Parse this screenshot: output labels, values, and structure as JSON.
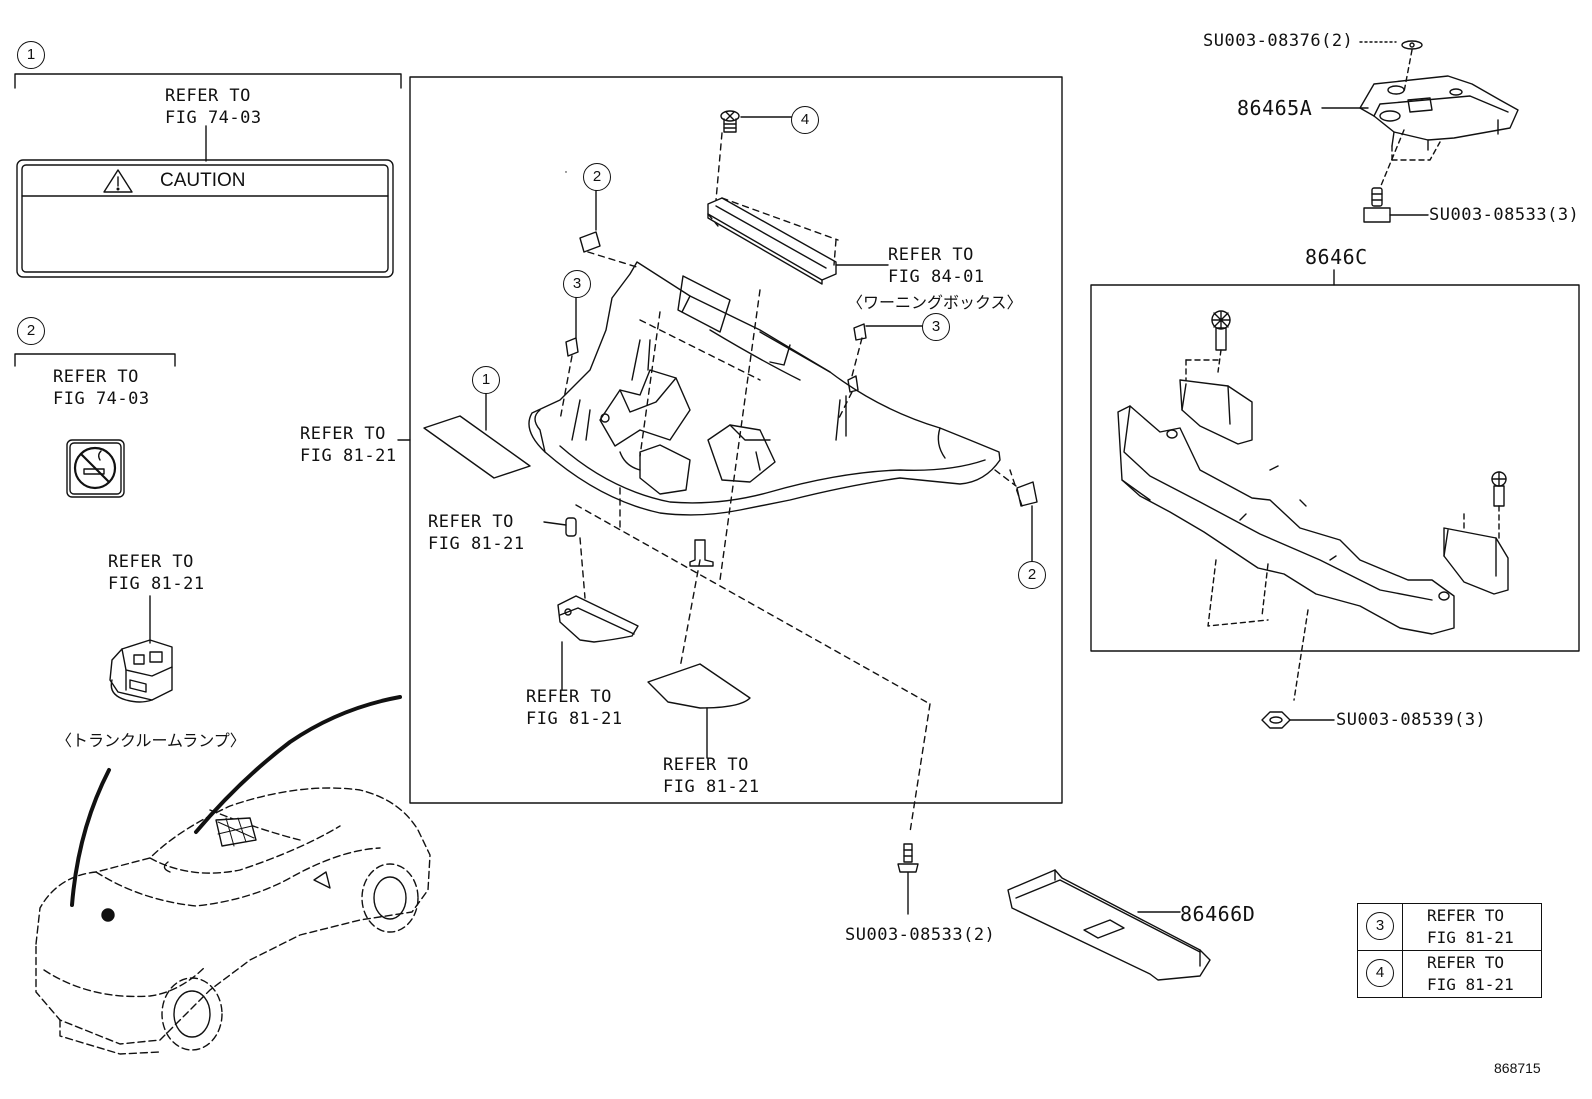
{
  "diagram": {
    "sections": [
      {
        "number": "1",
        "ref": [
          "REFER TO",
          "FIG 74-03"
        ],
        "label_text": "CAUTION"
      },
      {
        "number": "2",
        "ref": [
          "REFER TO",
          "FIG 74-03"
        ]
      }
    ],
    "trunk_lamp": {
      "ref": [
        "REFER TO",
        "FIG 81-21"
      ],
      "name": "〈トランクルームランプ〉"
    },
    "main_box": {
      "side_ref": [
        "REFER TO",
        "FIG 81-21"
      ],
      "bulb_ref": [
        "REFER TO",
        "FIG 81-21"
      ],
      "lens_ref": [
        "REFER TO",
        "FIG 81-21"
      ],
      "cover_ref": [
        "REFER TO",
        "FIG 81-21"
      ],
      "warning_box_ref": [
        "REFER TO",
        "FIG 84-01"
      ],
      "warning_box_name": "〈ワーニングボックス〉",
      "callouts": [
        "1",
        "2",
        "2",
        "3",
        "3",
        "4"
      ]
    },
    "parts": {
      "p86465A": "86465A",
      "p8646C": "8646C",
      "p86466D": "86466D",
      "screw_top": "SU003-08376(2)",
      "screw_a": "SU003-08533(3)",
      "nut_c": "SU003-08539(3)",
      "screw_d": "SU003-08533(2)"
    },
    "legend": [
      {
        "number": "3",
        "ref": [
          "REFER TO",
          "FIG 81-21"
        ]
      },
      {
        "number": "4",
        "ref": [
          "REFER TO",
          "FIG 81-21"
        ]
      }
    ],
    "figure_id": "868715"
  }
}
